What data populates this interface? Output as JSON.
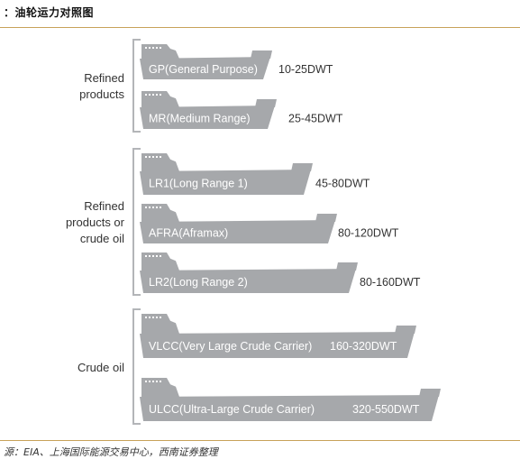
{
  "title": "：油轮运力对照图",
  "source": "源：EIA、上海国际能源交易中心，西南证券整理",
  "colors": {
    "ship_fill": "#a6a8ab",
    "bracket": "#b3b5b8",
    "rule": "#c8a25a"
  },
  "groups": [
    {
      "label_lines": [
        "Refined",
        "products"
      ]
    },
    {
      "label_lines": [
        "Refined",
        "products or",
        "crude oil"
      ]
    },
    {
      "label_lines": [
        "Crude oil"
      ]
    }
  ],
  "ships": [
    {
      "name": "GP(General Purpose)",
      "dwt": "10-25DWT",
      "group": 0
    },
    {
      "name": "MR(Medium Range)",
      "dwt": "25-45DWT",
      "group": 0
    },
    {
      "name": "LR1(Long Range 1)",
      "dwt": "45-80DWT",
      "group": 1
    },
    {
      "name": "AFRA(Aframax)",
      "dwt": "80-120DWT",
      "group": 1
    },
    {
      "name": "LR2(Long Range 2)",
      "dwt": "80-160DWT",
      "group": 1
    },
    {
      "name": "VLCC(Very Large Crude Carrier)",
      "dwt": "160-320DWT",
      "group": 2
    },
    {
      "name": "ULCC(Ultra-Large Crude Carrier)",
      "dwt": "320-550DWT",
      "group": 2
    }
  ]
}
